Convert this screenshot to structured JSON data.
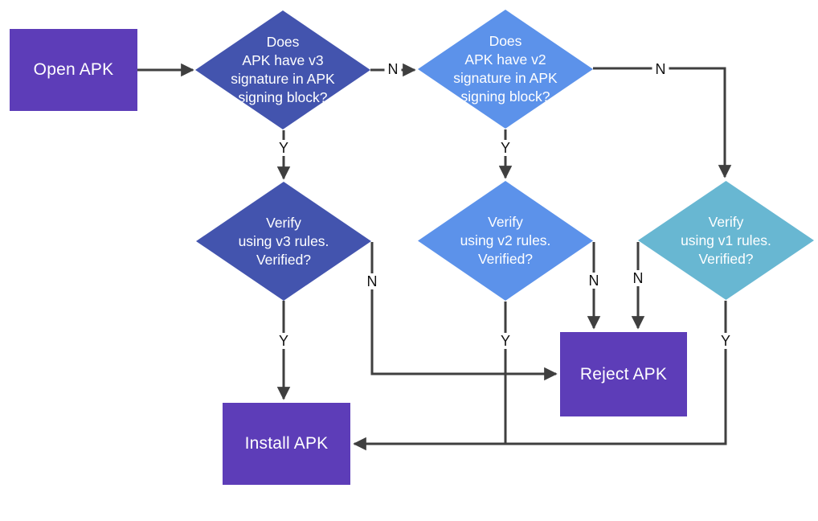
{
  "diagram": {
    "type": "flowchart",
    "colors": {
      "box_purple": "#5d3db8",
      "diamond_indigo": "#4354ae",
      "diamond_blue": "#5c92ea",
      "diamond_teal": "#68b7d2",
      "connector_gray": "#3f3f3f",
      "node_text": "#ffffff",
      "branch_label_text": "#111111",
      "background": "#ffffff"
    },
    "nodes": {
      "open_apk": {
        "shape": "rect",
        "color": "#5d3db8",
        "label": "Open APK"
      },
      "v3_sig_check": {
        "shape": "diamond",
        "color": "#4354ae",
        "label": "Does\nAPK have v3\nsignature in APK\nsigning block?"
      },
      "v2_sig_check": {
        "shape": "diamond",
        "color": "#5c92ea",
        "label": "Does\nAPK have v2\nsignature in APK\nsigning block?"
      },
      "v3_verify": {
        "shape": "diamond",
        "color": "#4354ae",
        "label": "Verify\nusing v3 rules.\nVerified?"
      },
      "v2_verify": {
        "shape": "diamond",
        "color": "#5c92ea",
        "label": "Verify\nusing v2 rules.\nVerified?"
      },
      "v1_verify": {
        "shape": "diamond",
        "color": "#68b7d2",
        "label": "Verify\nusing v1 rules.\nVerified?"
      },
      "reject_apk": {
        "shape": "rect",
        "color": "#5d3db8",
        "label": "Reject APK"
      },
      "install_apk": {
        "shape": "rect",
        "color": "#5d3db8",
        "label": "Install APK"
      }
    },
    "edges": {
      "open_to_v3sig": {
        "from": "open_apk",
        "to": "v3_sig_check",
        "label": ""
      },
      "v3sig_no": {
        "from": "v3_sig_check",
        "to": "v2_sig_check",
        "label": "N"
      },
      "v3sig_yes": {
        "from": "v3_sig_check",
        "to": "v3_verify",
        "label": "Y"
      },
      "v2sig_no": {
        "from": "v2_sig_check",
        "to": "v1_verify",
        "label": "N"
      },
      "v2sig_yes": {
        "from": "v2_sig_check",
        "to": "v2_verify",
        "label": "Y"
      },
      "v3verify_no": {
        "from": "v3_verify",
        "to": "reject_apk",
        "label": "N"
      },
      "v3verify_yes": {
        "from": "v3_verify",
        "to": "install_apk",
        "label": "Y"
      },
      "v2verify_no": {
        "from": "v2_verify",
        "to": "reject_apk",
        "label": "N"
      },
      "v2verify_yes": {
        "from": "v2_verify",
        "to": "install_apk",
        "label": "Y"
      },
      "v1verify_no": {
        "from": "v1_verify",
        "to": "reject_apk",
        "label": "N"
      },
      "v1verify_yes": {
        "from": "v1_verify",
        "to": "install_apk",
        "label": "Y"
      }
    }
  }
}
